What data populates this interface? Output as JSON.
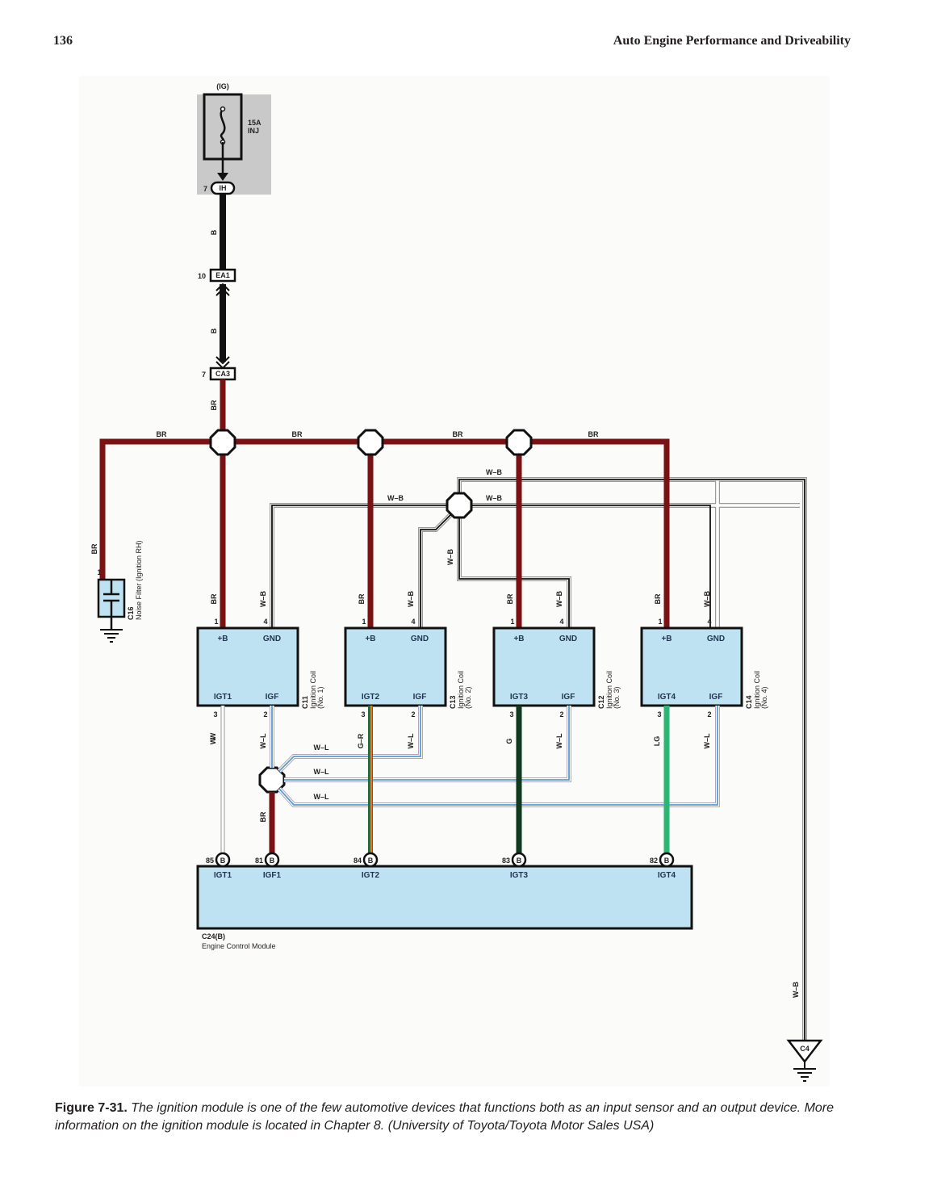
{
  "header": {
    "page_number": "136",
    "running_title": "Auto Engine Performance and Driveability"
  },
  "diagram": {
    "power_source": "(IG)",
    "fuse": {
      "rating": "15A",
      "name": "INJ"
    },
    "connectors": {
      "ih": {
        "pin": "7",
        "code": "IH"
      },
      "ea1": {
        "pin": "10",
        "code": "EA1"
      },
      "ca3": {
        "pin": "7",
        "code": "CA3"
      }
    },
    "wire_colors": {
      "B": "B",
      "BR": "BR",
      "WB": "W–B",
      "WL": "W–L",
      "W": "W",
      "GR": "G–R",
      "G": "G",
      "LG": "LG"
    },
    "colors": {
      "br_wire": "#7a1214",
      "b_wire": "#111111",
      "module_fill": "#bfe2f3",
      "fuse_box": "#c9c9c9",
      "wl_wire": "#5b9bd5",
      "g_wire": "#0f3a1e",
      "lg_wire": "#2bb673",
      "gr_orange": "#e8742a",
      "gr_green": "#1f6b3a"
    },
    "noise_filter": {
      "pin": "1",
      "code": "C16",
      "name": "Noise Filter (Ignition RH)"
    },
    "ignition_coils": [
      {
        "code": "C11",
        "name": "Ignition Coil",
        "number": "(No. 1)",
        "term_b": "+B",
        "term_gnd": "GND",
        "term_igt": "IGT1",
        "term_igf": "IGF",
        "pin_b": "1",
        "pin_gnd": "4",
        "pin_igt": "3",
        "pin_igf": "2",
        "igt_wire": "W"
      },
      {
        "code": "C13",
        "name": "Ignition Coil",
        "number": "(No. 2)",
        "term_b": "+B",
        "term_gnd": "GND",
        "term_igt": "IGT2",
        "term_igf": "IGF",
        "pin_b": "1",
        "pin_gnd": "4",
        "pin_igt": "3",
        "pin_igf": "2",
        "igt_wire": "G–R"
      },
      {
        "code": "C12",
        "name": "Ignition Coil",
        "number": "(No. 3)",
        "term_b": "+B",
        "term_gnd": "GND",
        "term_igt": "IGT3",
        "term_igf": "IGF",
        "pin_b": "1",
        "pin_gnd": "4",
        "pin_igt": "3",
        "pin_igf": "2",
        "igt_wire": "G"
      },
      {
        "code": "C14",
        "name": "Ignition Coil",
        "number": "(No. 4)",
        "term_b": "+B",
        "term_gnd": "GND",
        "term_igt": "IGT4",
        "term_igf": "IGF",
        "pin_b": "1",
        "pin_gnd": "4",
        "pin_igt": "3",
        "pin_igf": "2",
        "igt_wire": "LG"
      }
    ],
    "ecm": {
      "code": "C24(B)",
      "name": "Engine Control Module",
      "connector_letter": "B",
      "pins": [
        {
          "pin": "85",
          "terminal": "IGT1"
        },
        {
          "pin": "81",
          "terminal": "IGF1"
        },
        {
          "pin": "84",
          "terminal": "IGT2"
        },
        {
          "pin": "83",
          "terminal": "IGT3"
        },
        {
          "pin": "82",
          "terminal": "IGT4"
        }
      ]
    },
    "ground_point": {
      "code": "C4"
    }
  },
  "caption": {
    "label": "Figure 7-31.",
    "text": " The ignition module is one of the few automotive devices that functions both as an input sensor and an output device. More information on the ignition module is located in Chapter 8. (University of Toyota/Toyota Motor Sales USA)"
  }
}
